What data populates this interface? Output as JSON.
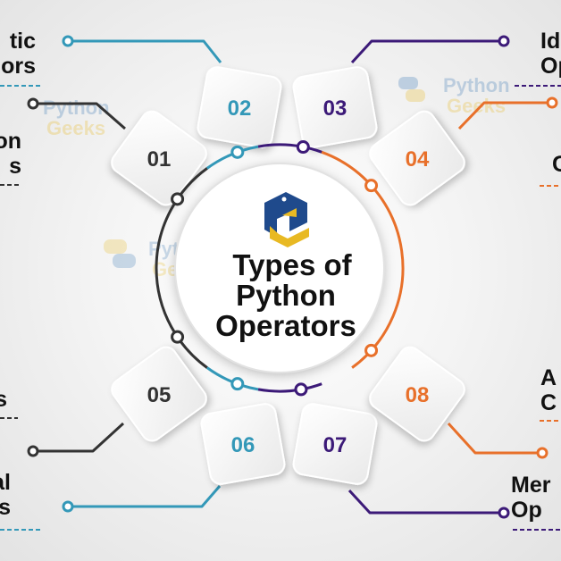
{
  "diagram": {
    "title_lines": [
      "Types of",
      "Python",
      "Operators"
    ],
    "watermark": {
      "word1": "Python",
      "word2": "Geeks"
    },
    "colors": {
      "dark": "#333333",
      "blue": "#3398b8",
      "purple": "#3c1a78",
      "orange": "#e8702a",
      "logo_blue": "#1f4a8c",
      "logo_yellow": "#e8b923"
    },
    "steps": [
      {
        "num": "01",
        "color": "dark"
      },
      {
        "num": "02",
        "color": "blue"
      },
      {
        "num": "03",
        "color": "purple"
      },
      {
        "num": "04",
        "color": "orange"
      },
      {
        "num": "05",
        "color": "dark"
      },
      {
        "num": "06",
        "color": "blue"
      },
      {
        "num": "07",
        "color": "purple"
      },
      {
        "num": "08",
        "color": "orange"
      }
    ],
    "edge_labels": [
      {
        "lines": [
          "tic",
          "ors"
        ],
        "color": "blue",
        "side": "left"
      },
      {
        "lines": [
          "on",
          "s"
        ],
        "color": "dark",
        "side": "left"
      },
      {
        "lines": [
          "s"
        ],
        "color": "dark",
        "side": "left"
      },
      {
        "lines": [
          "al",
          "ors"
        ],
        "color": "blue",
        "side": "left"
      },
      {
        "lines": [
          "Id",
          "Op"
        ],
        "color": "purple",
        "side": "right"
      },
      {
        "lines": [
          "C"
        ],
        "color": "orange",
        "side": "right"
      },
      {
        "lines": [
          "A",
          "C"
        ],
        "color": "orange",
        "side": "right"
      },
      {
        "lines": [
          "Mer",
          "Op"
        ],
        "color": "purple",
        "side": "right"
      }
    ]
  }
}
